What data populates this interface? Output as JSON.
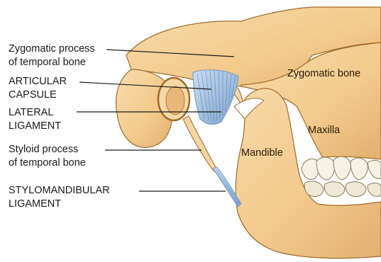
{
  "labels": {
    "zygomatic_process": {
      "line1": "Zygomatic process",
      "line2": "of temporal bone"
    },
    "articular_capsule": {
      "line1": "ARTICULAR",
      "line2": "CAPSULE"
    },
    "lateral_ligament": {
      "line1": "LATERAL",
      "line2": "LIGAMENT"
    },
    "styloid_process": {
      "line1": "Styloid process",
      "line2": "of temporal bone"
    },
    "stylomandibular_ligament": {
      "line1": "STYLOMANDIBULAR",
      "line2": "LIGAMENT"
    }
  },
  "structures": {
    "zygomatic_bone": "Zygomatic bone",
    "maxilla": "Maxilla",
    "mandible": "Mandible"
  },
  "colors": {
    "bone": "#f3c98c",
    "bone_light": "#f8dcae",
    "bone_shadow": "#d9a460",
    "outline": "#a06a2a",
    "ligament": "#a8c8e8",
    "ligament_dark": "#6f97c4",
    "tooth": "#f6f2e6",
    "gum": "#b05a2a",
    "leader": "#1a1a1a"
  }
}
